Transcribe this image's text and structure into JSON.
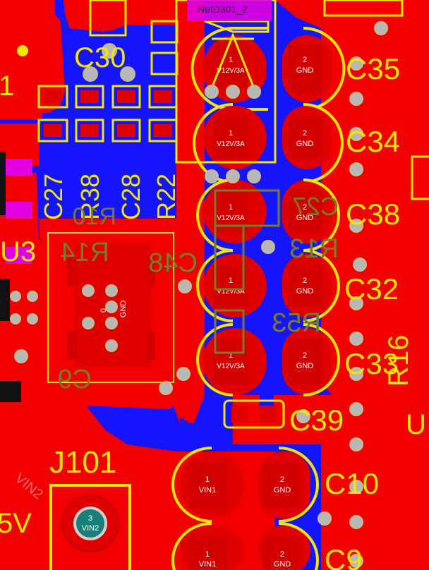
{
  "colors": {
    "background": "#0a0a0a",
    "top_copper": "#f20000",
    "bottom_copper": "#1414ff",
    "silkscreen": "#f3e600",
    "silkscreen_bottom": "#7a7a2a",
    "via_ring": "#c7bd8a",
    "via_hole": "#b8b8b8",
    "pad_text": "#ffffff",
    "magenta": "#e000e0",
    "teal": "#1a7f78"
  },
  "partial_labels": {
    "left_edge": "1",
    "u3": "U3",
    "vin_5v": "5V",
    "top_net": "NetD301_2",
    "right_edge_u": "U",
    "right_edge_r": "R16",
    "bottom_ghost": "C9"
  },
  "silkscreen_labels": {
    "c30": "C30",
    "c27": "C27",
    "r38": "R38",
    "c28": "C28",
    "r22": "R22",
    "c35": "C35",
    "c34": "C34",
    "c38": "C38",
    "c32": "C32",
    "c33": "C33",
    "c39": "C39",
    "j101": "J101",
    "c10": "C10",
    "c9": "C9"
  },
  "bottom_labels": {
    "c48": "C48",
    "r13": "R13",
    "r14": "R14",
    "r53": "R53",
    "c27b": "C27",
    "r10": "R10"
  },
  "vin2_label": "VIN2",
  "pad_labels": {
    "v12_num": "1",
    "v12_net": "V12V/3A",
    "gnd_num": "2",
    "gnd_net": "GND",
    "vin1_num": "1",
    "vin1_net": "VIN1",
    "ic_pad_num": "0",
    "ic_pad_net": "GND",
    "j101_pad_num": "3",
    "j101_pad_net": "VIN2"
  }
}
